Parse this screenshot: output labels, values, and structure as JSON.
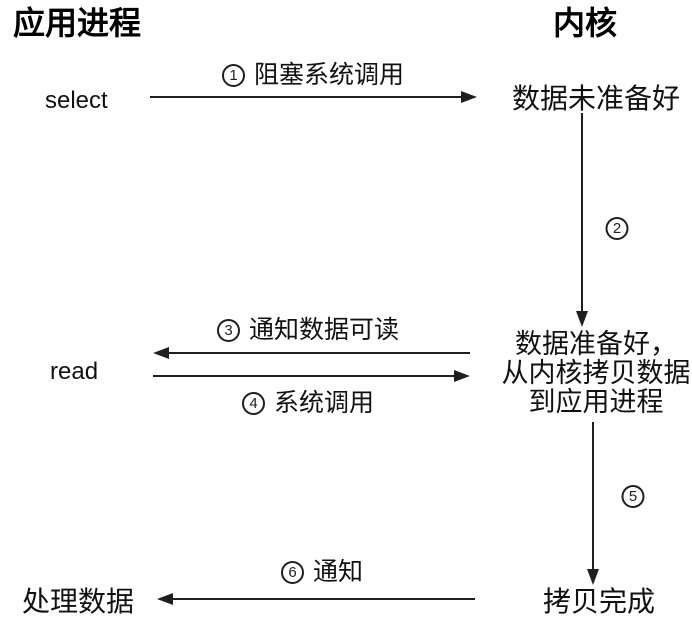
{
  "diagram": {
    "columns": {
      "left_title": "应用进程",
      "right_title": "内核"
    },
    "app_nodes": {
      "select": "select",
      "read": "read",
      "process_data": "处理数据"
    },
    "kernel_nodes": {
      "data_not_ready": "数据未准备好",
      "data_ready_line1": "数据准备好，",
      "data_ready_line2": "从内核拷贝数据",
      "data_ready_line3": "到应用进程",
      "copy_done": "拷贝完成"
    },
    "steps": [
      {
        "num": "1",
        "label": "阻塞系统调用",
        "direction": "right"
      },
      {
        "num": "2",
        "label": "",
        "direction": "down"
      },
      {
        "num": "3",
        "label": "通知数据可读",
        "direction": "left"
      },
      {
        "num": "4",
        "label": "系统调用",
        "direction": "right"
      },
      {
        "num": "5",
        "label": "",
        "direction": "down"
      },
      {
        "num": "6",
        "label": "通知",
        "direction": "left"
      }
    ],
    "colors": {
      "background": "#ffffff",
      "text": "#111111",
      "line": "#1f1f1f"
    }
  }
}
